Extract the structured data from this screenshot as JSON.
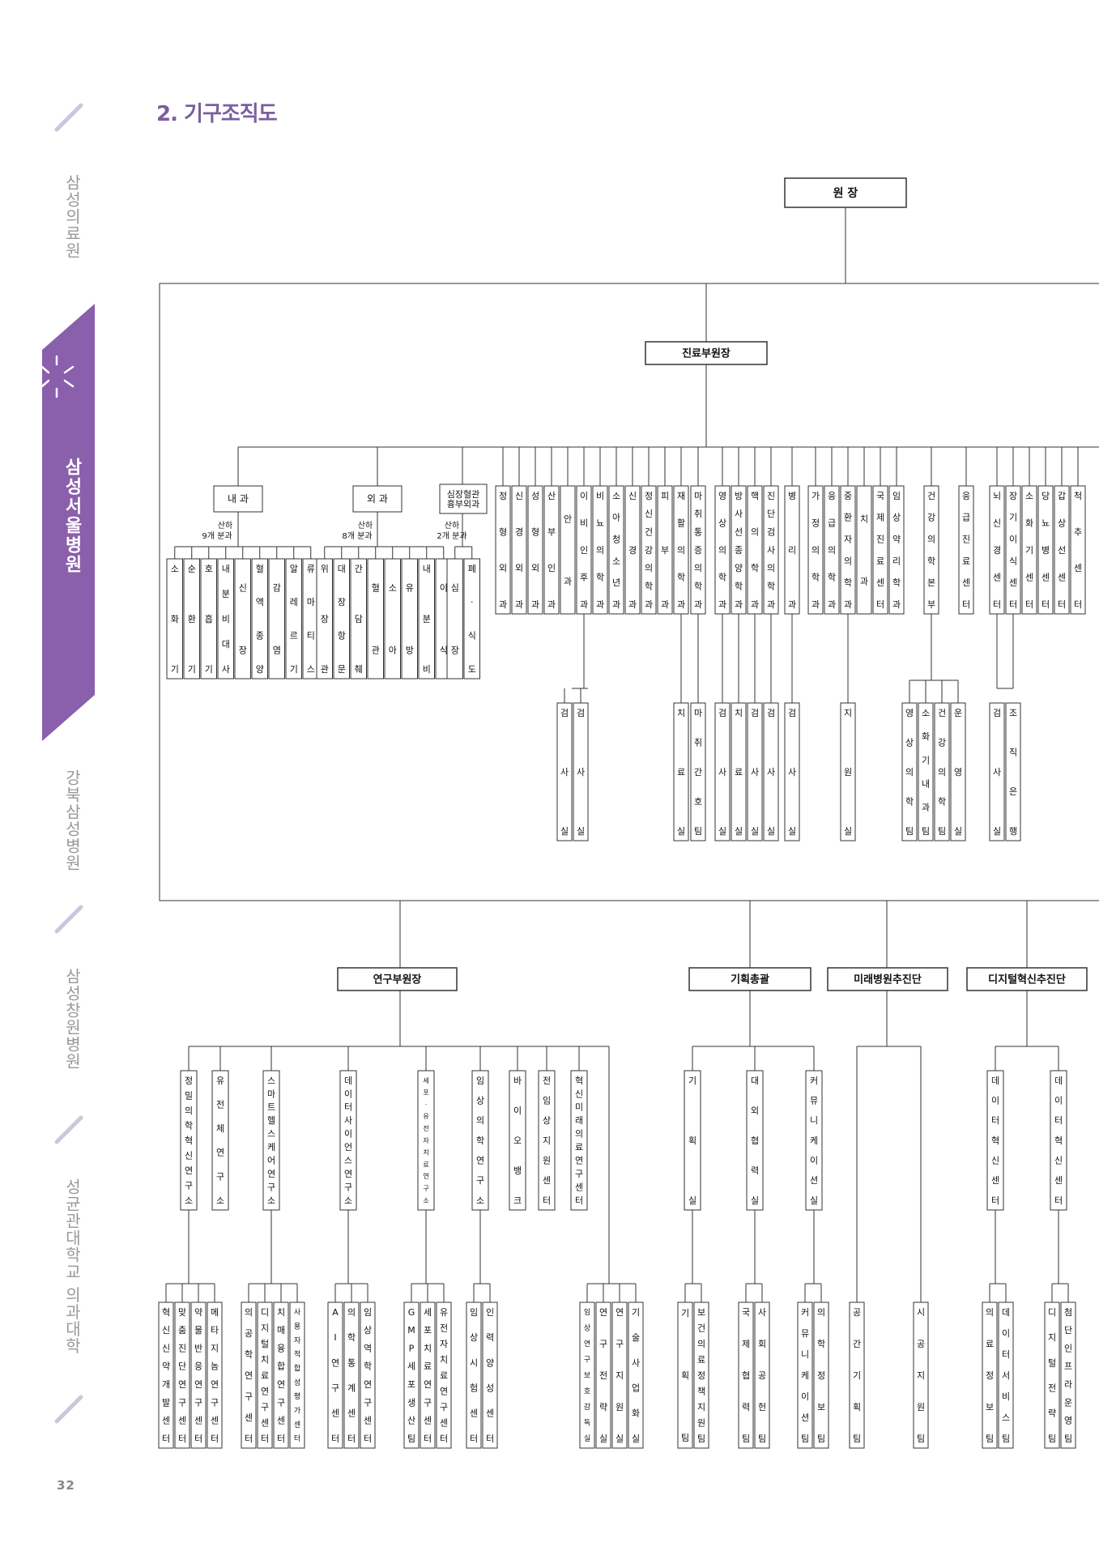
{
  "heading": "2. 기구조직도",
  "page_number": "32",
  "sidebar": [
    {
      "label": "삼성의료원",
      "active": false
    },
    {
      "label": "삼성서울병원",
      "active": true
    },
    {
      "label": "강북삼성병원",
      "active": false
    },
    {
      "label": "삼성창원병원",
      "active": false
    },
    {
      "label": "성균관대학교 의과대학",
      "active": false
    }
  ],
  "colors": {
    "accent": "#8a5fab",
    "line": "#333333"
  },
  "org": {
    "director": "원 장",
    "clinical_vice": "진료부원장",
    "internal_medicine": "내 과",
    "im_note": "산하\n9개 분과",
    "im_subs": [
      "소화기",
      "순환기",
      "호흡기",
      "내분비대사",
      "신장",
      "혈액종양",
      "감염",
      "알레르기",
      "류마티스"
    ],
    "surgery": "외 과",
    "sg_note": "산하\n8개 분과",
    "sg_subs": [
      "위장관",
      "대장항문",
      "간담췌",
      "혈관",
      "소아",
      "유방",
      "내분비",
      "이식"
    ],
    "cardio": "심장혈관\n흉부외과",
    "cd_note": "산하\n2개 분과",
    "cd_subs": [
      "심장",
      "폐·식도"
    ],
    "depts_a": [
      "정형외과",
      "신경외과",
      "성형외과",
      "산부인과",
      "안과",
      "이비인후과",
      "비뇨의학과",
      "소아청소년과",
      "신경과",
      "정신건강의학과",
      "피부과",
      "재활의학과"
    ],
    "depts_b": [
      "마취통증의학과"
    ],
    "depts_c": [
      "영상의학과",
      "방사선종양학과",
      "핵의학과",
      "진단검사의학과"
    ],
    "depts_d": [
      "병리과"
    ],
    "depts_e": [
      "가정의학과",
      "응급의학과",
      "중환자의학과",
      "치과",
      "국제진료센터",
      "임상약리학과"
    ],
    "depts_f": [
      "건강의학본부"
    ],
    "depts_g": [
      "응급진료센터"
    ],
    "depts_h": [
      "뇌신경센터",
      "장기이식센터",
      "소화기센터",
      "당뇨병센터",
      "갑상선센터",
      "척추센터"
    ],
    "lab_ent": [
      "검사실",
      "검사실"
    ],
    "lab_rehab": "치료실",
    "lab_anes": "마취간호팀",
    "lab_rad": [
      "검사실",
      "치료실",
      "검사실",
      "검사실"
    ],
    "lab_path": "검사실",
    "lab_icu": "지원실",
    "lab_health": [
      "영상의학팀",
      "소화기내과팀",
      "건강의학팀",
      "운영실"
    ],
    "lab_brain": [
      "검사실",
      "조직은행"
    ],
    "research_vice": "연구부원장",
    "research_units": [
      "정밀의학혁신연구소",
      "유전체연구소",
      "스마트헬스케어연구소",
      "데이터사이언스연구소",
      "세포·유전자치료연구소",
      "임상의학연구소",
      "바이오뱅크",
      "전임상지원센터",
      "혁신미래의료연구센터"
    ],
    "precision_subs": [
      "혁신신약개발센터",
      "맞춤진단연구센터",
      "약물반응연구센터",
      "메타지놈연구센터"
    ],
    "smart_subs": [
      "의공학연구센터",
      "디지털치료연구센터",
      "치매융합연구센터",
      "사용자적합성평가센터"
    ],
    "data_subs": [
      "AI연구센터",
      "의학통계센터",
      "임상역학연구센터"
    ],
    "cell_subs": [
      "GMP세포생산팀",
      "세포치료연구센터",
      "유전자치료연구센터"
    ],
    "clinical_subs": [
      "임상시험센터",
      "인력양성센터"
    ],
    "research_direct": [
      "임상연구보호감독실",
      "연구전략실",
      "연구지원실",
      "기술사업화실"
    ],
    "planning": "기획총괄",
    "planning_units": [
      "기획실",
      "대외협력실",
      "커뮤니케이션실"
    ],
    "planning_subs": [
      "기획팀",
      "보건의료정책지원팀",
      "국제협력팀",
      "사회공헌팀",
      "커뮤니케이션팀",
      "의학정보팀"
    ],
    "future": "미래병원추진단",
    "future_subs": [
      "공간기획팀",
      "시공지원팀"
    ],
    "digital": "디지털혁신추진단",
    "digital_units": [
      "데이터혁신센터",
      "데이터혁신센터"
    ],
    "digital_subs": [
      "의료정보팀",
      "데이터서비스팀",
      "디지털전략팀",
      "첨단인프라운영팀"
    ]
  }
}
